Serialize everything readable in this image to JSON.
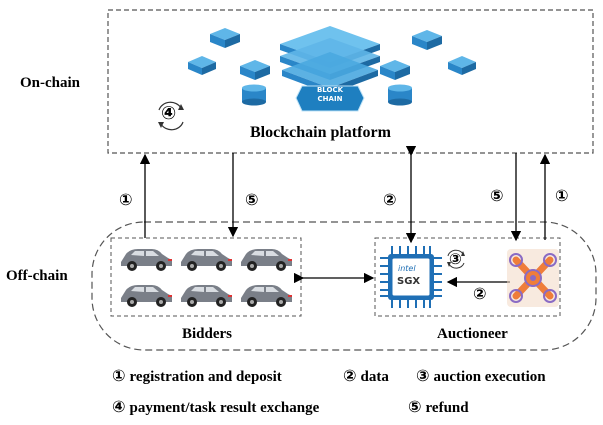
{
  "regions": {
    "on_chain": "On-chain",
    "off_chain": "Off-chain"
  },
  "blockchain": {
    "title": "Blockchain platform",
    "badge_line1": "BLOCK",
    "badge_line2": "CHAIN",
    "step_symbol": "④"
  },
  "bidders": {
    "label": "Bidders",
    "car_count": 6
  },
  "auctioneer": {
    "label": "Auctioneer",
    "chip_brand": "intel",
    "chip_text": "SGX",
    "step_symbol": "③"
  },
  "arrow_labels": {
    "bidders_up": "①",
    "bidders_down": "⑤",
    "sgx_data": "②",
    "drone_down": "⑤",
    "drone_up": "①",
    "drone_to_sgx": "②"
  },
  "legend": [
    {
      "symbol": "①",
      "text": "registration and deposit"
    },
    {
      "symbol": "②",
      "text": "data"
    },
    {
      "symbol": "③",
      "text": "auction execution"
    },
    {
      "symbol": "④",
      "text": "payment/task result exchange"
    },
    {
      "symbol": "⑤",
      "text": "refund"
    }
  ],
  "colors": {
    "car_body": "#7a7f88",
    "car_window": "#d9dde2",
    "chip_blue": "#1f6fb5",
    "drone_orange": "#ef7d3a",
    "drone_purple": "#8a6bc4",
    "blockchain_blue": "#2a86c8",
    "cube_light": "#5fb6e8"
  }
}
